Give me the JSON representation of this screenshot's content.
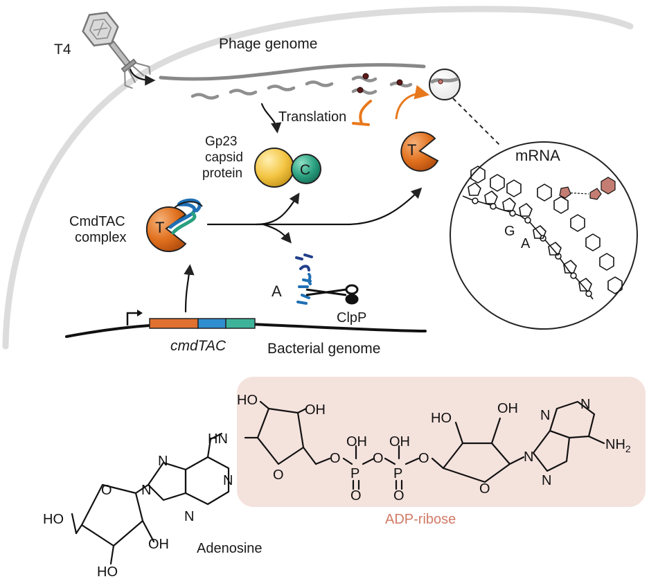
{
  "labels": {
    "t4": "T4",
    "phage_genome": "Phage genome",
    "translation": "Translation",
    "gp23": [
      "Gp23",
      "capsid",
      "protein"
    ],
    "capsid_c": "C",
    "cmdtac_complex": [
      "CmdTAC",
      "complex"
    ],
    "toxin_t": "T",
    "antitoxin_a": "A",
    "clpp": "ClpP",
    "gene": "cmdTAC",
    "bacterial_genome": "Bacterial genome",
    "mrna": "mRNA",
    "base_g": "G",
    "base_a": "A",
    "adp_ribose": "ADP-ribose",
    "adenosine": "Adenosine"
  },
  "chem": {
    "ho_left": "HO",
    "oh_left": "OH",
    "oh_lower_left": "OH",
    "ho_lower_left": "HO",
    "ho_top": "HO",
    "oh_top": "OH",
    "hn": "HN",
    "n_ring": "N",
    "o_ring": "O",
    "p": "P",
    "oh_p": "OH",
    "o_dbl": "O",
    "nh2": "NH",
    "nh2_sub": "2"
  },
  "colors": {
    "cell_wall": "#dcdcdc",
    "toxin_orange": "#e0701e",
    "gp23_yellow": "#f3c442",
    "capsid_green": "#2aa07f",
    "antitoxin_blue": "#1f6fb4",
    "inhibit_orange": "#e8781c",
    "adp_ribose_box": "#f4e2dd",
    "adp_ribose_text": "#d07a66",
    "gene_orange": "#e07030",
    "gene_blue": "#2f8ed0",
    "gene_green": "#3db39a",
    "adp_mod_pink": "#c47d72"
  },
  "icons": [
    "t4-phage-icon",
    "scissors-icon",
    "promoter-arrow-icon",
    "magnifier-circle-icon"
  ]
}
